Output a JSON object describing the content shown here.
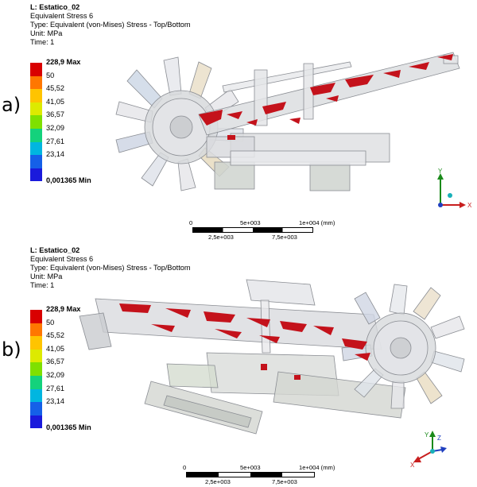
{
  "panels": [
    {
      "label": "a)",
      "info": {
        "title": "L: Estatico_02",
        "result": "Equivalent Stress 6",
        "type": "Type: Equivalent (von-Mises) Stress - Top/Bottom",
        "unit": "Unit: MPa",
        "time": "Time: 1"
      },
      "legend": {
        "labels": [
          "228,9 Max",
          "50",
          "45,52",
          "41,05",
          "36,57",
          "32,09",
          "27,61",
          "23,14"
        ],
        "min_label": "0,001365 Min",
        "colors": [
          "#d90000",
          "#ff7700",
          "#ffc400",
          "#ddea00",
          "#7fe000",
          "#14d27c",
          "#00b6e0",
          "#1560e8",
          "#1a1adc"
        ]
      },
      "scale": {
        "top": [
          "0",
          "5e+003",
          "1e+004 (mm)"
        ],
        "bottom": [
          "2,5e+003",
          "7,5e+003"
        ]
      },
      "axes": {
        "y": "Y",
        "x": "X"
      }
    },
    {
      "label": "b)",
      "info": {
        "title": "L: Estatico_02",
        "result": "Equivalent Stress 6",
        "type": "Type: Equivalent (von-Mises) Stress - Top/Bottom",
        "unit": "Unit: MPa",
        "time": "Time: 1"
      },
      "legend": {
        "labels": [
          "228,9 Max",
          "50",
          "45,52",
          "41,05",
          "36,57",
          "32,09",
          "27,61",
          "23,14"
        ],
        "min_label": "0,001365 Min",
        "colors": [
          "#d90000",
          "#ff7700",
          "#ffc400",
          "#ddea00",
          "#7fe000",
          "#14d27c",
          "#00b6e0",
          "#1560e8",
          "#1a1adc"
        ]
      },
      "scale": {
        "top": [
          "0",
          "5e+003",
          "1e+004 (mm)"
        ],
        "bottom": [
          "2,5e+003",
          "7,5e+003"
        ]
      },
      "axes": {
        "y": "Y",
        "z": "Z",
        "x": "X"
      }
    }
  ]
}
